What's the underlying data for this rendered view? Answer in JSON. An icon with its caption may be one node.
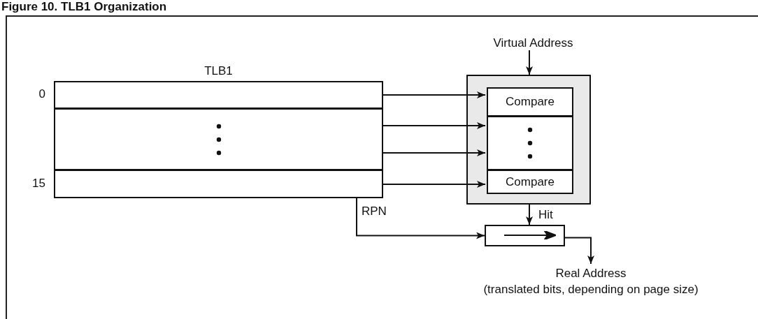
{
  "diagram": {
    "title": "Figure 10. TLB1 Organization",
    "nodes": [
      {
        "text": [
          "TLB1"
        ]
      },
      {
        "text": [],
        "shape": "box",
        "in": 0,
        "beside": [
          "0"
        ]
      },
      {
        "text": [],
        "shape": "box",
        "in": 0
      },
      {
        "text": [],
        "shape": "box",
        "in": 0,
        "beside": [
          "15"
        ]
      },
      {
        "text": [],
        "shape": "box"
      },
      {
        "text": [
          "Compare"
        ],
        "in": 4
      },
      {
        "text": [],
        "shape": "box",
        "in": 4
      },
      {
        "text": [
          "Compare"
        ],
        "in": 4
      },
      {
        "text": [
          "Virtual Address"
        ]
      },
      {
        "text": [],
        "shape": "box"
      },
      {
        "text": [
          "Real Address",
          "(translated bits, depending on page size)"
        ]
      }
    ],
    "edges": [
      {
        "from": 1,
        "to": 5,
        "arrow": "to"
      },
      {
        "from": 2,
        "to": 6,
        "arrow": "to"
      },
      {
        "from": 2,
        "to": 6,
        "arrow": "to"
      },
      {
        "from": 3,
        "to": 7,
        "arrow": "to"
      },
      {
        "from": 8,
        "to": 4,
        "arrow": "to"
      },
      {
        "from": 4,
        "to": 9,
        "arrow": "to",
        "label": "Hit"
      },
      {
        "from": 0,
        "to": 9,
        "arrow": "to",
        "label": "RPN"
      },
      {
        "from": 9,
        "to": 10,
        "arrow": "to"
      }
    ]
  }
}
